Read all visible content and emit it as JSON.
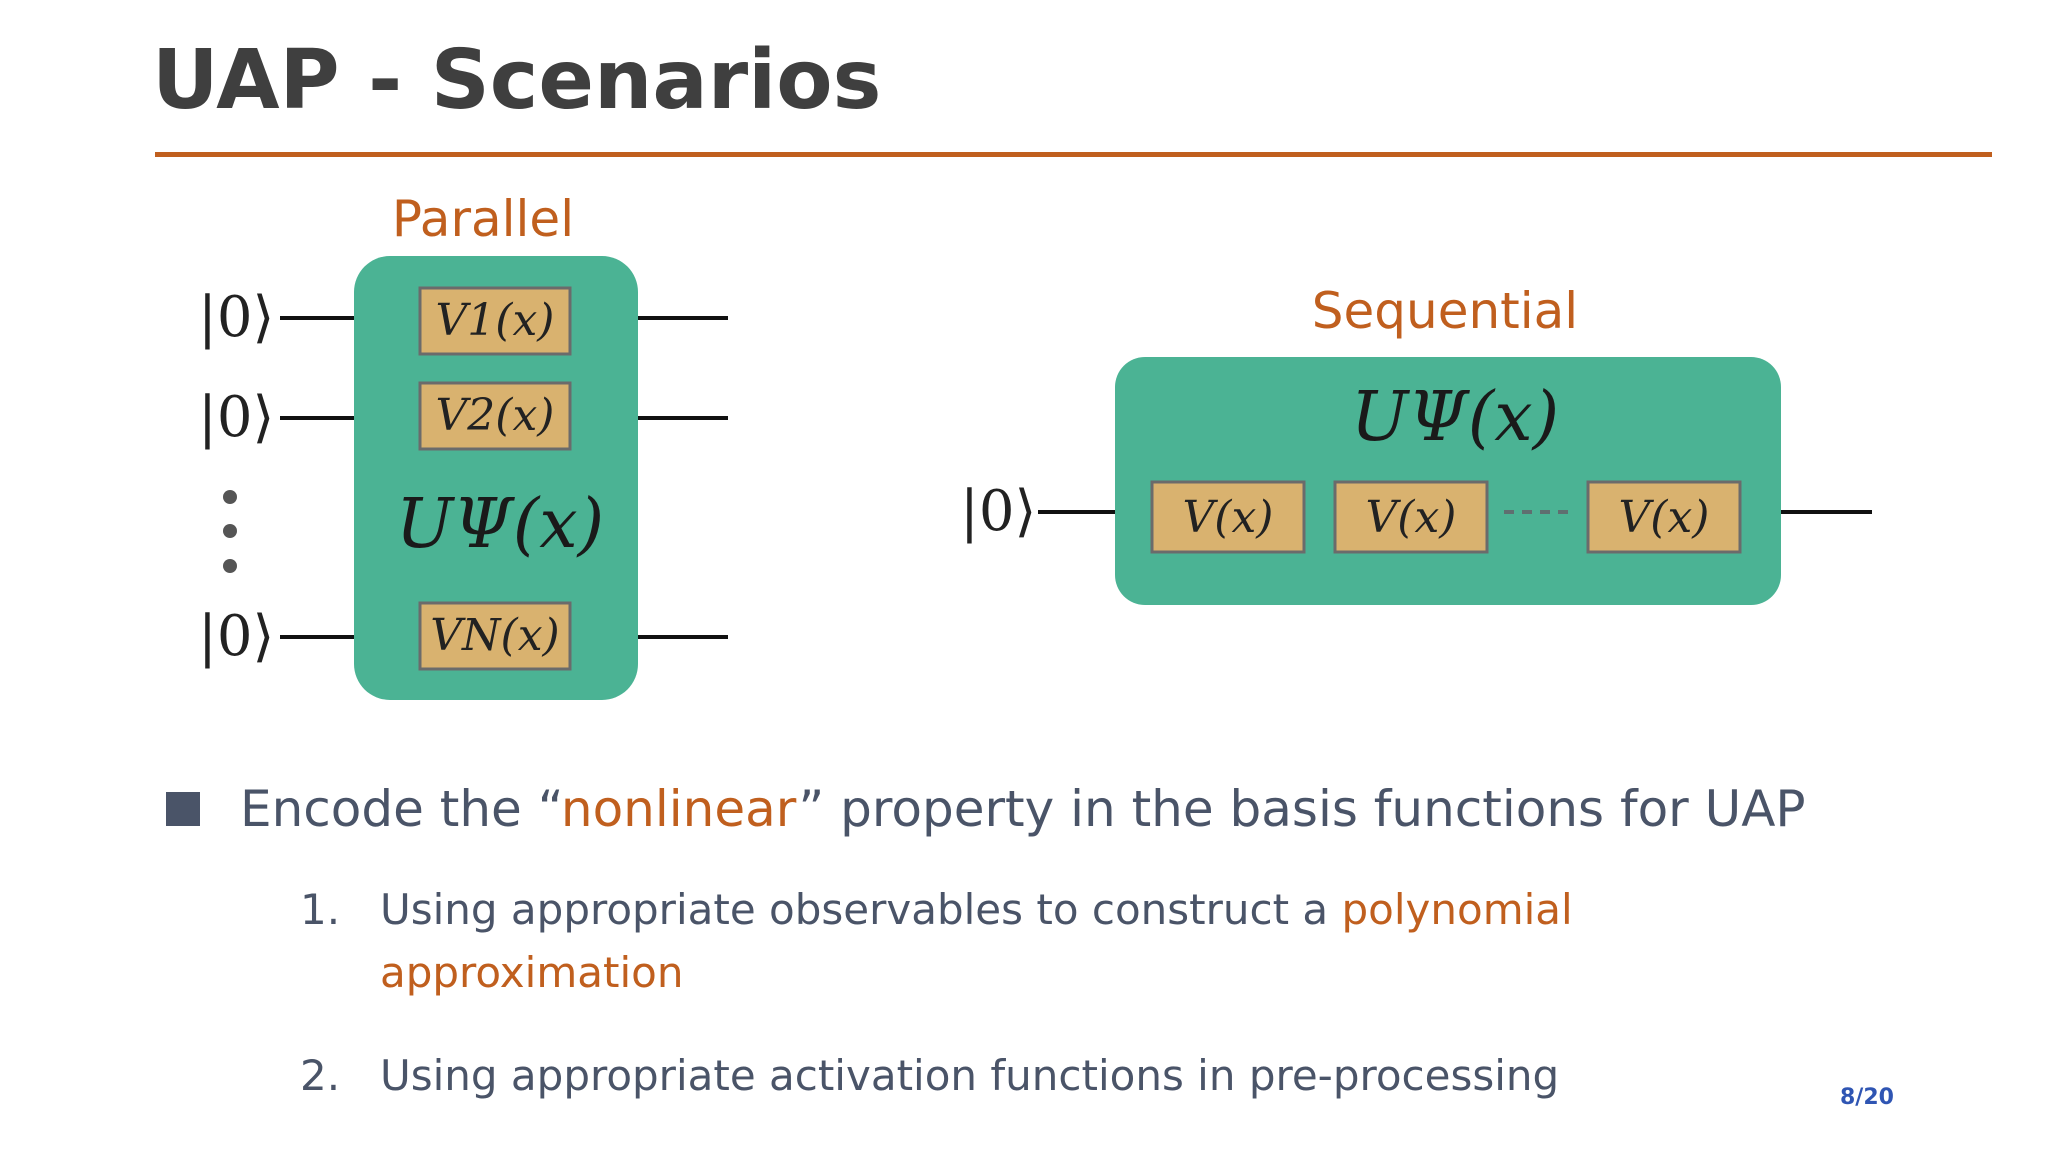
{
  "slide": {
    "title": "UAP - Scenarios",
    "page_number": "8/20"
  },
  "colors": {
    "accent": "#c05f1e",
    "unitary_box": "#4bb394",
    "gate_fill": "#d9b26f",
    "text": "#4a5468",
    "page_number": "#2f55b3"
  },
  "parallel": {
    "label": "Parallel",
    "input_state": "|0⟩",
    "gates": [
      "V1(x)",
      "V2(x)",
      "VN(x)"
    ],
    "operator": "UΨ(x)"
  },
  "sequential": {
    "label": "Sequential",
    "input_state": "|0⟩",
    "gate": "V(x)",
    "operator": "UΨ(x)"
  },
  "bullets": {
    "main": {
      "before": "Encode the “",
      "highlight": "nonlinear",
      "after": "” property in the basis functions for UAP"
    },
    "items": [
      {
        "number": "1.",
        "text": "Using appropriate observables to construct a ",
        "highlight": "polynomial approximation"
      },
      {
        "number": "2.",
        "text": "Using appropriate activation functions in pre-processing"
      }
    ]
  }
}
